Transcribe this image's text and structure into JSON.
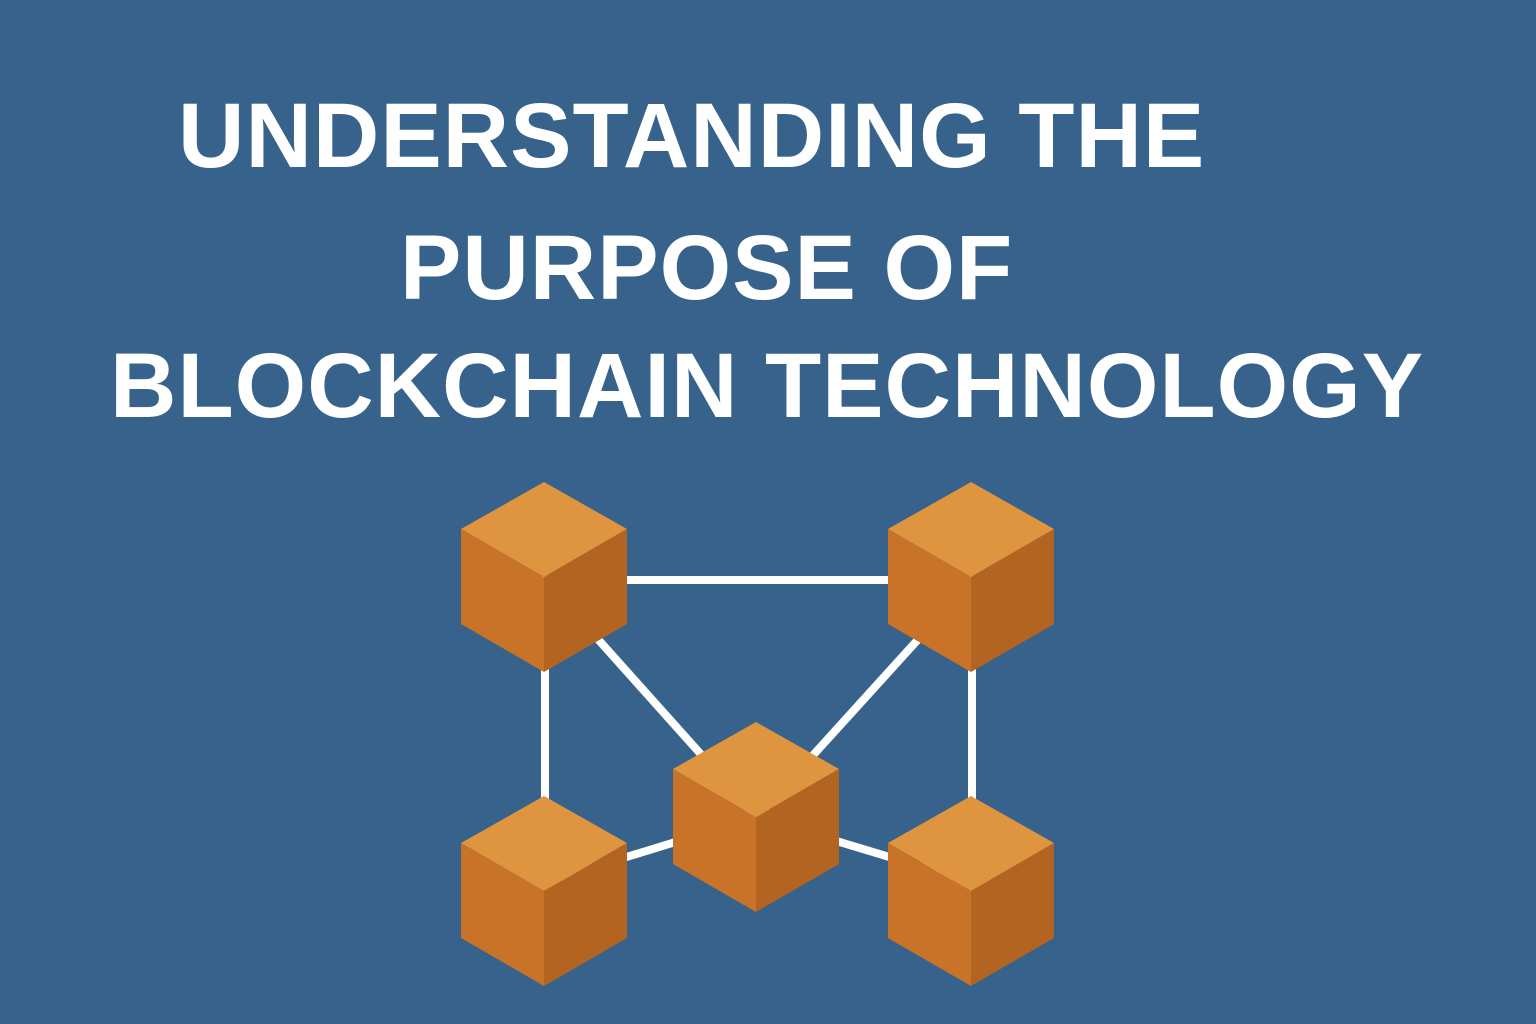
{
  "headline": {
    "lines": [
      "UNDERSTANDING THE",
      "PURPOSE OF",
      "BLOCKCHAIN TECHNOLOGY"
    ]
  },
  "colors": {
    "background": "#36628b",
    "text": "#ffffff",
    "connector": "#ffffff",
    "block_top": "#df9440",
    "block_left": "#c87328",
    "block_right": "#b46421"
  },
  "illustration": {
    "icon": "blockchain-network-icon",
    "block_count": 5,
    "connection_count": 7
  }
}
